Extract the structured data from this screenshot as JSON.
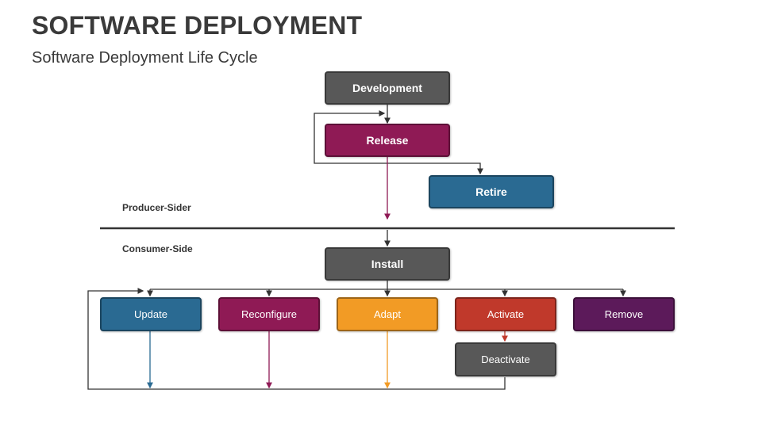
{
  "header": {
    "title": "SOFTWARE DEPLOYMENT",
    "subtitle": "Software Deployment Life Cycle"
  },
  "sides": {
    "producer": "Producer-Sider",
    "consumer": "Consumer-Side"
  },
  "nodes": {
    "development": "Development",
    "release": "Release",
    "retire": "Retire",
    "install": "Install",
    "update": "Update",
    "reconfigure": "Reconfigure",
    "adapt": "Adapt",
    "activate": "Activate",
    "deactivate": "Deactivate",
    "remove": "Remove"
  },
  "colors": {
    "gray": "#585858",
    "magenta": "#8f1a55",
    "blue": "#2a6a92",
    "orange": "#f29b25",
    "red": "#c0392b",
    "purple": "#5c1a5a",
    "line": "#333333"
  }
}
